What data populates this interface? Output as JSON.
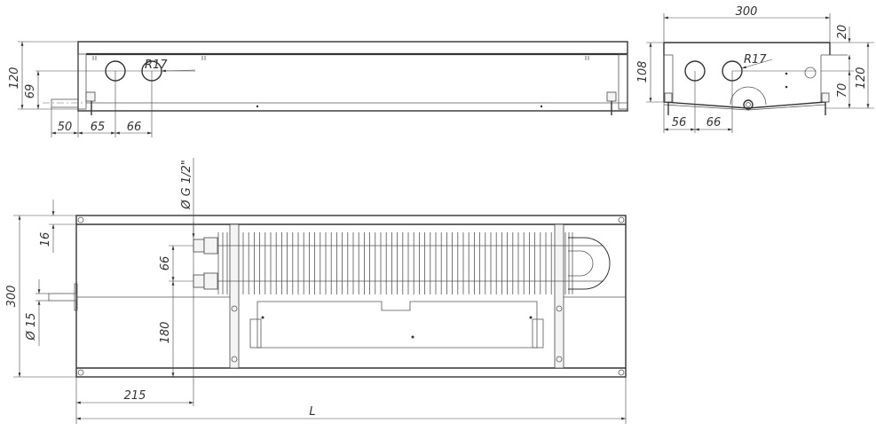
{
  "side_view": {
    "dim_height": "120",
    "dim_pipe_height": "69",
    "dim_stub": "50",
    "dim_first_hole": "65",
    "dim_hole_spacing": "66",
    "hole_radius": "R17"
  },
  "end_view": {
    "dim_width": "300",
    "dim_inner_height": "108",
    "dim_step": "20",
    "dim_hole_height": "70",
    "dim_height": "120",
    "dim_first_hole": "56",
    "dim_hole_spacing": "66",
    "hole_radius": "R17"
  },
  "plan_view": {
    "dim_width": "300",
    "dim_rail": "16",
    "dim_pipe_diameter": "Ø 15",
    "dim_connector_thread": "Ø G 1/2\"",
    "dim_connector_spacing": "66",
    "dim_connector_offset": "180",
    "dim_connector_from_end": "215",
    "dim_length": "L"
  }
}
